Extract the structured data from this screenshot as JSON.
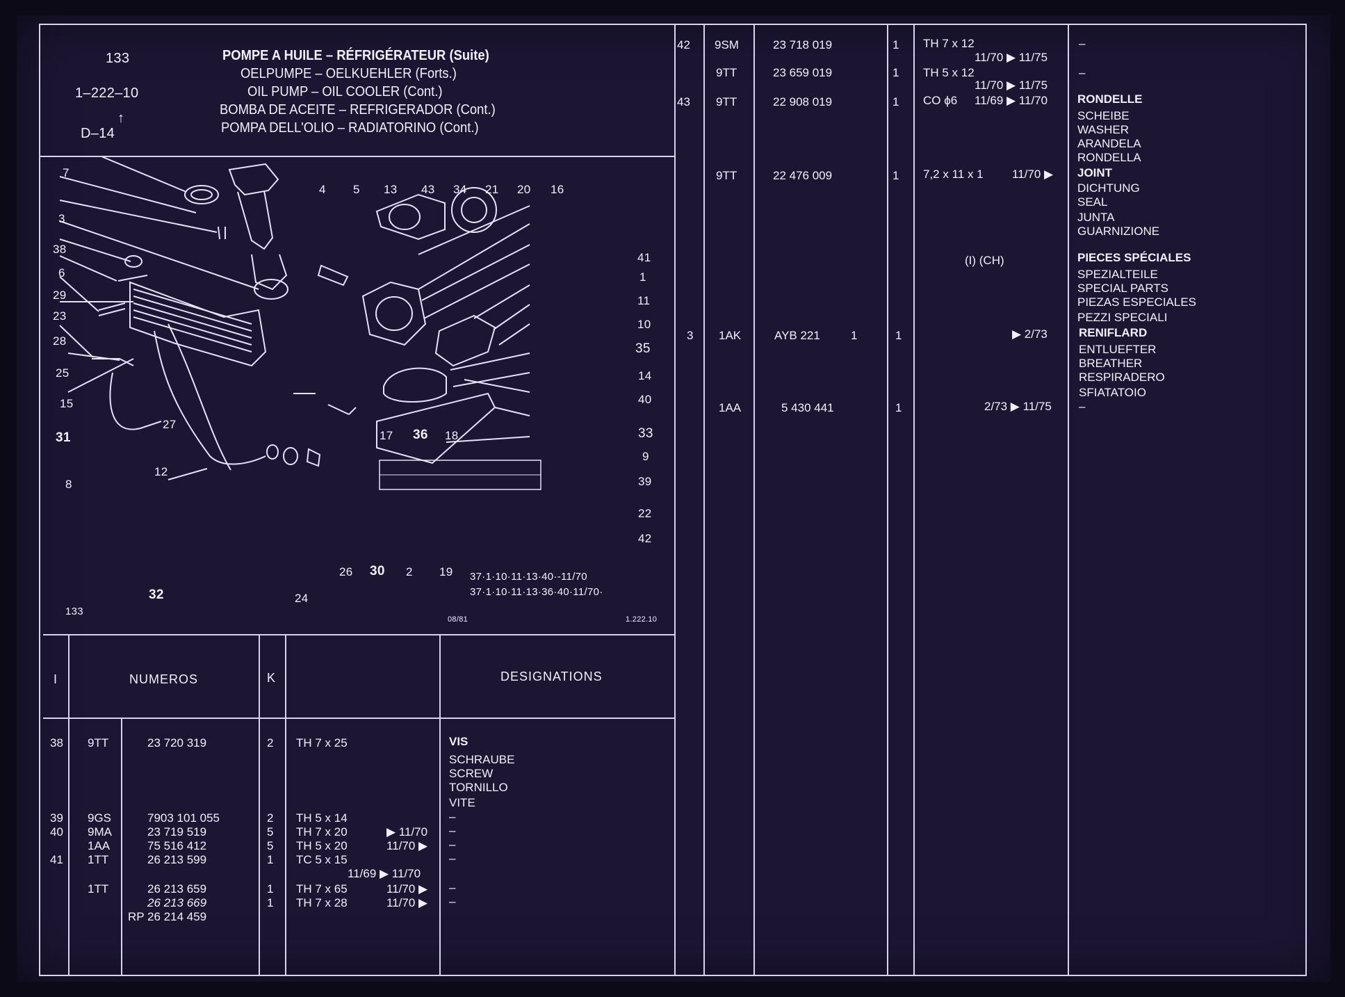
{
  "header": {
    "plate_number": "133",
    "ref_code": "1–222–10",
    "section_code": "D–14",
    "titles": [
      "POMPE A HUILE – RÉFRIGÉRATEUR (Suite)",
      "OELPUMPE – OELKUEHLER (Forts.)",
      "OIL PUMP – OIL COOLER (Cont.)",
      "BOMBA DE ACEITE – REFRIGERADOR (Cont.)",
      "POMPA DELL'OLIO – RADIATORINO (Cont.)"
    ]
  },
  "diagram": {
    "callouts": [
      "7",
      "4",
      "5",
      "13",
      "43",
      "34",
      "21",
      "20",
      "16",
      "3",
      "38",
      "6",
      "29",
      "23",
      "28",
      "25",
      "15",
      "31",
      "8",
      "27",
      "12",
      "41",
      "1",
      "11",
      "10",
      "35",
      "14",
      "40",
      "33",
      "9",
      "39",
      "22",
      "42",
      "17",
      "36",
      "18",
      "26",
      "30",
      "2",
      "19",
      "32",
      "24"
    ],
    "applicability": [
      "37·1·10·11·13·40·-11/70",
      "37·1·10·11·13·36·40·11/70·"
    ],
    "plate_label": "133",
    "date_code": "08/81",
    "ref_small": "1.222.10"
  },
  "table_headers": {
    "index": "I",
    "numbers": "NUMEROS",
    "qty": "K",
    "designations": "DESIGNATIONS"
  },
  "left_rows": [
    {
      "idx": "38",
      "code": "9TT",
      "num": "23 720 319",
      "qty": "2",
      "spec": "TH 7 x 25",
      "date": "",
      "desc": [
        "VIS",
        "SCHRAUBE",
        "SCREW",
        "TORNILLO",
        "VITE"
      ]
    },
    {
      "idx": "39",
      "code": "9GS",
      "num": "7903 101 055",
      "qty": "2",
      "spec": "TH 5 x 14",
      "date": "",
      "desc": [
        "–"
      ]
    },
    {
      "idx": "40",
      "code": "9MA",
      "num": "23 719 519",
      "qty": "5",
      "spec": "TH 7 x 20",
      "date": "▶ 11/70",
      "desc": [
        "–"
      ]
    },
    {
      "idx": "",
      "code": "1AA",
      "num": "75 516 412",
      "qty": "5",
      "spec": "TH 5 x 20",
      "date": "11/70 ▶",
      "desc": [
        "–"
      ]
    },
    {
      "idx": "41",
      "code": "1TT",
      "num": "26 213 599",
      "qty": "1",
      "spec": "TC 5 x 15",
      "date": "11/69 ▶ 11/70",
      "desc": [
        "–"
      ]
    },
    {
      "idx": "",
      "code": "1TT",
      "num": "26 213 659",
      "qty": "1",
      "spec": "TH 7 x 65",
      "date": "11/70 ▶",
      "desc": [
        "–"
      ]
    },
    {
      "idx": "",
      "code": "",
      "num": "26 213 669",
      "qty": "1",
      "spec": "TH 7 x 28",
      "date": "11/70 ▶",
      "desc": [
        "–"
      ]
    },
    {
      "idx": "",
      "code": "",
      "num": "RP 26 214 459",
      "qty": "",
      "spec": "",
      "date": "",
      "desc": []
    }
  ],
  "right_rows": [
    {
      "idx": "42",
      "code": "9SM",
      "num": "23 718 019",
      "qty": "1",
      "spec": "TH 7 x 12",
      "date": "11/70 ▶ 11/75",
      "desc": [
        "–"
      ]
    },
    {
      "idx": "",
      "code": "9TT",
      "num": "23 659 019",
      "qty": "1",
      "spec": "TH 5 x 12",
      "date": "11/70 ▶ 11/75",
      "desc": [
        "–"
      ]
    },
    {
      "idx": "43",
      "code": "9TT",
      "num": "22 908 019",
      "qty": "1",
      "spec": "CO ϕ6",
      "date": "11/69 ▶ 11/70",
      "desc": [
        "RONDELLE",
        "SCHEIBE",
        "WASHER",
        "ARANDELA",
        "RONDELLA"
      ]
    },
    {
      "idx": "",
      "code": "9TT",
      "num": "22 476 009",
      "qty": "1",
      "spec": "7,2 x 11 x 1",
      "date": "11/70 ▶",
      "desc": [
        "JOINT",
        "DICHTUNG",
        "SEAL",
        "JUNTA",
        "GUARNIZIONE"
      ]
    },
    {
      "idx": "",
      "code": "",
      "num": "",
      "qty": "",
      "spec": "",
      "date": "(I) (CH)",
      "desc": [
        "PIECES SPÉCIALES",
        "SPEZIALTEILE",
        "SPECIAL PARTS",
        "PIEZAS ESPECIALES",
        "PEZZI SPECIALI"
      ]
    },
    {
      "idx": "3",
      "code": "1AK",
      "num": "AYB 221",
      "num2": "1",
      "qty": "1",
      "spec": "",
      "date": "▶ 2/73",
      "desc": [
        "RENIFLARD",
        "ENTLUEFTER",
        "BREATHER",
        "RESPIRADERO",
        "SFIATATOIO"
      ]
    },
    {
      "idx": "",
      "code": "1AA",
      "num": "5 430 441",
      "qty": "1",
      "spec": "",
      "date": "2/73 ▶ 11/75",
      "desc": [
        "–"
      ]
    }
  ],
  "colors": {
    "background": "#1c1633",
    "ink": "#f2f0ff",
    "line": "#d8d4ee"
  }
}
